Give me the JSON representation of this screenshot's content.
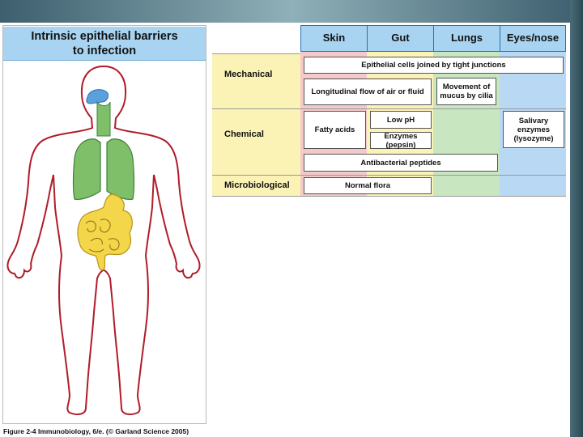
{
  "panel": {
    "title_line1": "Intrinsic epithelial barriers",
    "title_line2": "to infection"
  },
  "caption": "Figure 2-4 Immunobiology, 6/e. (© Garland Science 2005)",
  "table": {
    "headers": [
      "Skin",
      "Gut",
      "Lungs",
      "Eyes/nose"
    ],
    "rows": [
      "Mechanical",
      "Chemical",
      "Microbiological"
    ],
    "mechanical": {
      "tight_junctions": "Epithelial cells joined by tight junctions",
      "flow": "Longitudinal flow of air or fluid",
      "cilia_line1": "Movement of",
      "cilia_line2": "mucus by cilia"
    },
    "chemical": {
      "fatty_acids": "Fatty acids",
      "low_ph": "Low pH",
      "enzymes_pepsin": "Enzymes (pepsin)",
      "salivary_line1": "Salivary",
      "salivary_line2": "enzymes",
      "salivary_line3": "(lysozyme)",
      "peptides": "Antibacterial peptides"
    },
    "microbiological": {
      "normal_flora": "Normal flora"
    }
  },
  "colors": {
    "header_blue": "#a8d4f2",
    "skin_pink": "#f4c9c9",
    "gut_yellow": "#fbf3b5",
    "lungs_green": "#c8e6c0",
    "eyes_blue": "#b8d8f4",
    "body_outline": "#b01c2a",
    "lung_green": "#7fbf6a",
    "gut_fill": "#f3d64a"
  },
  "icons": [
    "human-body-outline",
    "lungs-shape",
    "gut-shape",
    "nasal-cavity-shape"
  ]
}
